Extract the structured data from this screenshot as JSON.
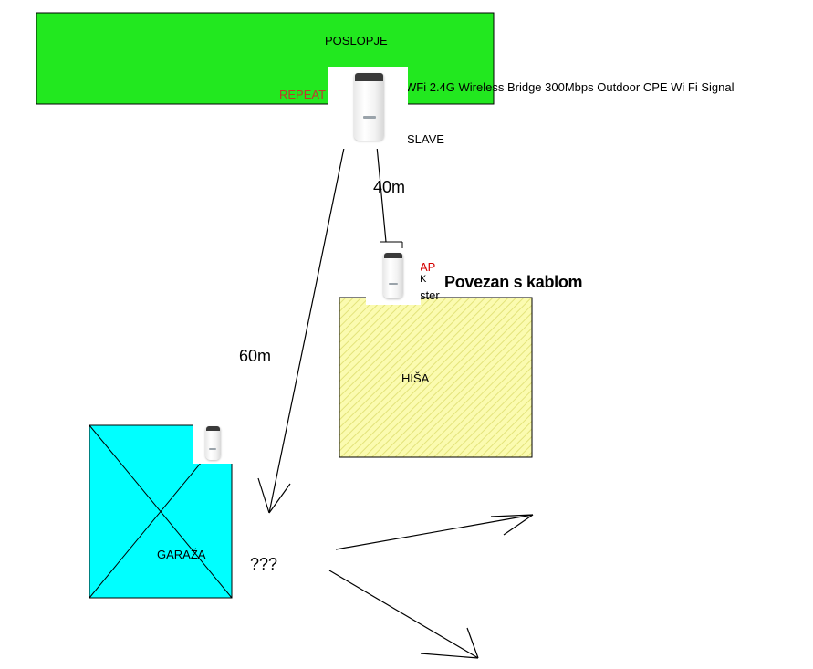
{
  "labels": {
    "building": "POSLOPJE",
    "repeater": "REPEAT",
    "bridge_desc": "WFi 2.4G Wireless Bridge 300Mbps Outdoor CPE Wi Fi Signal",
    "slave": "SLAVE",
    "dist_40": "40m",
    "dist_60": "60m",
    "ap": "AP",
    "ap_line2": "K",
    "master": "ster",
    "cable": "Povezan s kablom",
    "house": "HIŠA",
    "garage": "GARAŽA",
    "unknown": "???"
  },
  "colors": {
    "building_fill": "#22e81f",
    "house_fill": "#fbfbb0",
    "house_hatch": "#e6e680",
    "garage_fill": "#00ffff",
    "repeater_text": "#c0392b",
    "ap_text": "#d40000",
    "stroke": "#000000"
  },
  "icons": {
    "device_1": "mesh-router-icon",
    "device_2": "mesh-router-icon",
    "device_3": "mesh-router-icon"
  }
}
